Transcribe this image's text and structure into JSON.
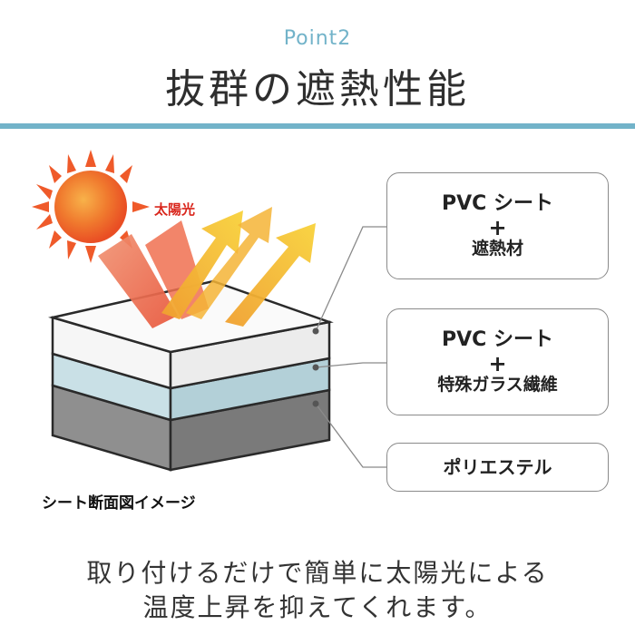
{
  "header": {
    "point": "Point2",
    "title": "抜群の遮熱性能"
  },
  "diagram": {
    "sun_label": "太陽光",
    "caption": "シート断面図イメージ",
    "layers": [
      {
        "line1": "PVC シート",
        "plus": "+",
        "line2": "遮熱材"
      },
      {
        "line1": "PVC シート",
        "plus": "+",
        "line2": "特殊ガラス繊維"
      },
      {
        "line1": "ポリエステル"
      }
    ]
  },
  "footer": {
    "line1": "取り付けるだけで簡単に太陽光による",
    "line2": "温度上昇を抑えてくれます。"
  },
  "colors": {
    "accent_blue": "#72b3c9",
    "layer_top": "#f4f4f4",
    "layer_mid": "#c9e0e6",
    "layer_bottom": "#8f8f8f",
    "sun": "#ef5a2a",
    "sun_label": "#d9261c"
  }
}
